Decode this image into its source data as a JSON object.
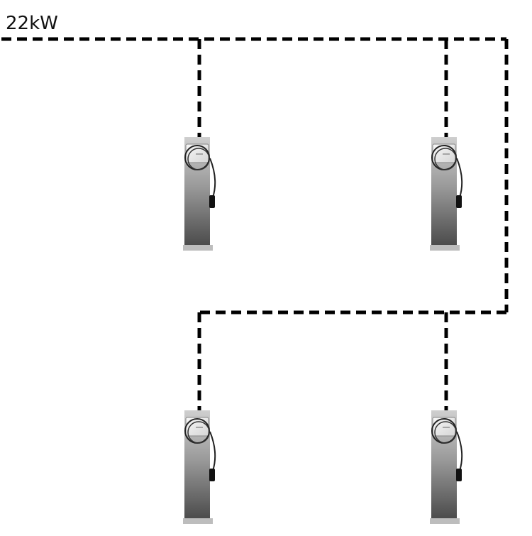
{
  "diagram": {
    "supply_label": "22kW",
    "chargers": [
      {
        "id": "charger-1"
      },
      {
        "id": "charger-2"
      },
      {
        "id": "charger-3"
      },
      {
        "id": "charger-4"
      }
    ],
    "colors": {
      "cable": "#000000",
      "pillar_top": "#d9d9d9",
      "pillar_bottom": "#4a4a4a",
      "box": "#efefef",
      "base": "#bdbdbd"
    }
  }
}
